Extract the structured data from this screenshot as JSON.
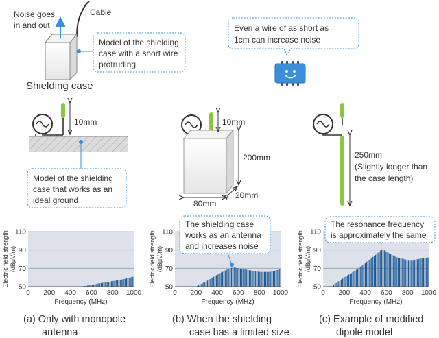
{
  "top": {
    "noise_line1": "Noise goes",
    "noise_line2": "in and out",
    "cable_label": "Cable",
    "case_callout": [
      "Model of the shielding",
      "case with a short wire",
      "protruding"
    ],
    "case_label": "Shielding case",
    "speech_bubble": [
      "Even a wire of as short as",
      "1cm can increase noise"
    ]
  },
  "panels": {
    "a": {
      "dim_wire": "10mm",
      "ground_callout": [
        "Model of the shielding",
        "case that works as an",
        "ideal ground"
      ],
      "caption": [
        "(a) Only with monopole",
        "antenna"
      ]
    },
    "b": {
      "dim_wire": "10mm",
      "dim_height": "200mm",
      "dim_width": "80mm",
      "dim_depth": "20mm",
      "chart_callout": [
        "The shielding case",
        "works as an antenna",
        "and increases noise"
      ],
      "caption": [
        "(b) When the shielding",
        "case has a limited size"
      ]
    },
    "c": {
      "dim_wire_line1": "250mm",
      "dim_wire_line2": "(Slightly longer than",
      "dim_wire_line3": "the case length)",
      "chart_callout": [
        "The resonance frequency",
        "is approximately the same"
      ],
      "caption": [
        "(c) Example of modified",
        "dipole model"
      ]
    }
  },
  "colors": {
    "accent": "#3a8fd8",
    "bar": "#1f5a96",
    "wire": "#8cc63f",
    "chart_bg": "#dde1ea"
  },
  "chart_data": [
    {
      "type": "bar",
      "ylabel": "Electric field strength (dBμV/m)",
      "xlabel": "Frequency (MHz)",
      "xlim": [
        0,
        1000
      ],
      "ylim": [
        50,
        110
      ],
      "xticks": [
        0,
        200,
        400,
        600,
        800,
        1000
      ],
      "yticks": [
        50,
        70,
        90,
        110
      ],
      "points": [
        [
          500,
          50
        ],
        [
          600,
          52
        ],
        [
          700,
          54
        ],
        [
          800,
          56
        ],
        [
          900,
          58
        ],
        [
          1000,
          61
        ]
      ]
    },
    {
      "type": "bar",
      "ylabel": "Electric field strength (dBμV/m)",
      "xlabel": "Frequency (MHz)",
      "xlim": [
        0,
        1000
      ],
      "ylim": [
        50,
        110
      ],
      "xticks": [
        0,
        200,
        400,
        600,
        800,
        1000
      ],
      "yticks": [
        50,
        70,
        90,
        110
      ],
      "points": [
        [
          200,
          50
        ],
        [
          300,
          56
        ],
        [
          400,
          63
        ],
        [
          500,
          69
        ],
        [
          550,
          71
        ],
        [
          600,
          70
        ],
        [
          700,
          68
        ],
        [
          800,
          66
        ],
        [
          900,
          66
        ],
        [
          1000,
          69
        ]
      ]
    },
    {
      "type": "bar",
      "ylabel": "Electric field strength (dBμV/m)",
      "xlabel": "Frequency (MHz)",
      "xlim": [
        0,
        1000
      ],
      "ylim": [
        50,
        110
      ],
      "xticks": [
        0,
        200,
        400,
        600,
        800,
        1000
      ],
      "yticks": [
        50,
        70,
        90,
        110
      ],
      "points": [
        [
          100,
          52
        ],
        [
          200,
          60
        ],
        [
          300,
          67
        ],
        [
          400,
          76
        ],
        [
          500,
          85
        ],
        [
          560,
          91
        ],
        [
          600,
          88
        ],
        [
          700,
          82
        ],
        [
          800,
          79
        ],
        [
          850,
          79
        ],
        [
          900,
          80
        ],
        [
          1000,
          82
        ]
      ]
    }
  ]
}
